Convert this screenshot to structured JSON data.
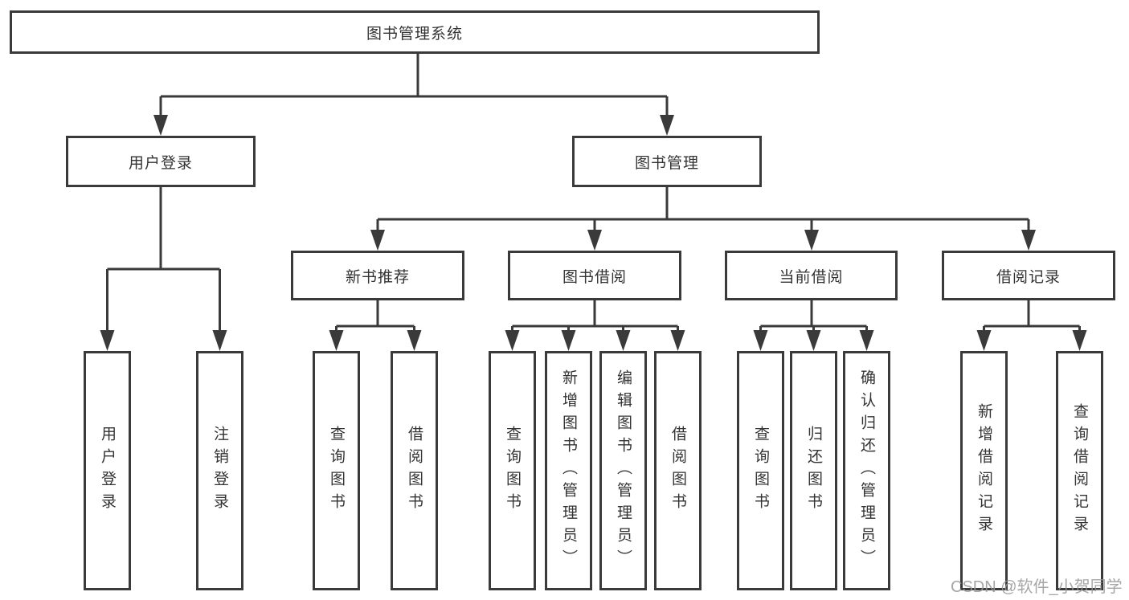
{
  "diagram": {
    "root": {
      "label": "图书管理系统"
    },
    "level2": [
      {
        "label": "用户登录",
        "children": [
          {
            "label": "用户登录"
          },
          {
            "label": "注销登录"
          }
        ]
      },
      {
        "label": "图书管理",
        "children": [
          {
            "label": "新书推荐",
            "children": [
              {
                "label": "查询图书"
              },
              {
                "label": "借阅图书"
              }
            ]
          },
          {
            "label": "图书借阅",
            "children": [
              {
                "label": "查询图书"
              },
              {
                "label": "新增图书（管理员）"
              },
              {
                "label": "编辑图书（管理员）"
              },
              {
                "label": "借阅图书"
              }
            ]
          },
          {
            "label": "当前借阅",
            "children": [
              {
                "label": "查询图书"
              },
              {
                "label": "归还图书"
              },
              {
                "label": "确认归还（管理员）"
              }
            ]
          },
          {
            "label": "借阅记录",
            "children": [
              {
                "label": "新增借阅记录"
              },
              {
                "label": "查询借阅记录"
              }
            ]
          }
        ]
      }
    ]
  },
  "watermark": {
    "text": "CSDN @软件_小贺同学"
  },
  "colors": {
    "line": "#3a3a3a",
    "text": "#333333",
    "box_background": "#ffffff",
    "page_background": "#ffffff",
    "watermark": "#969696"
  }
}
